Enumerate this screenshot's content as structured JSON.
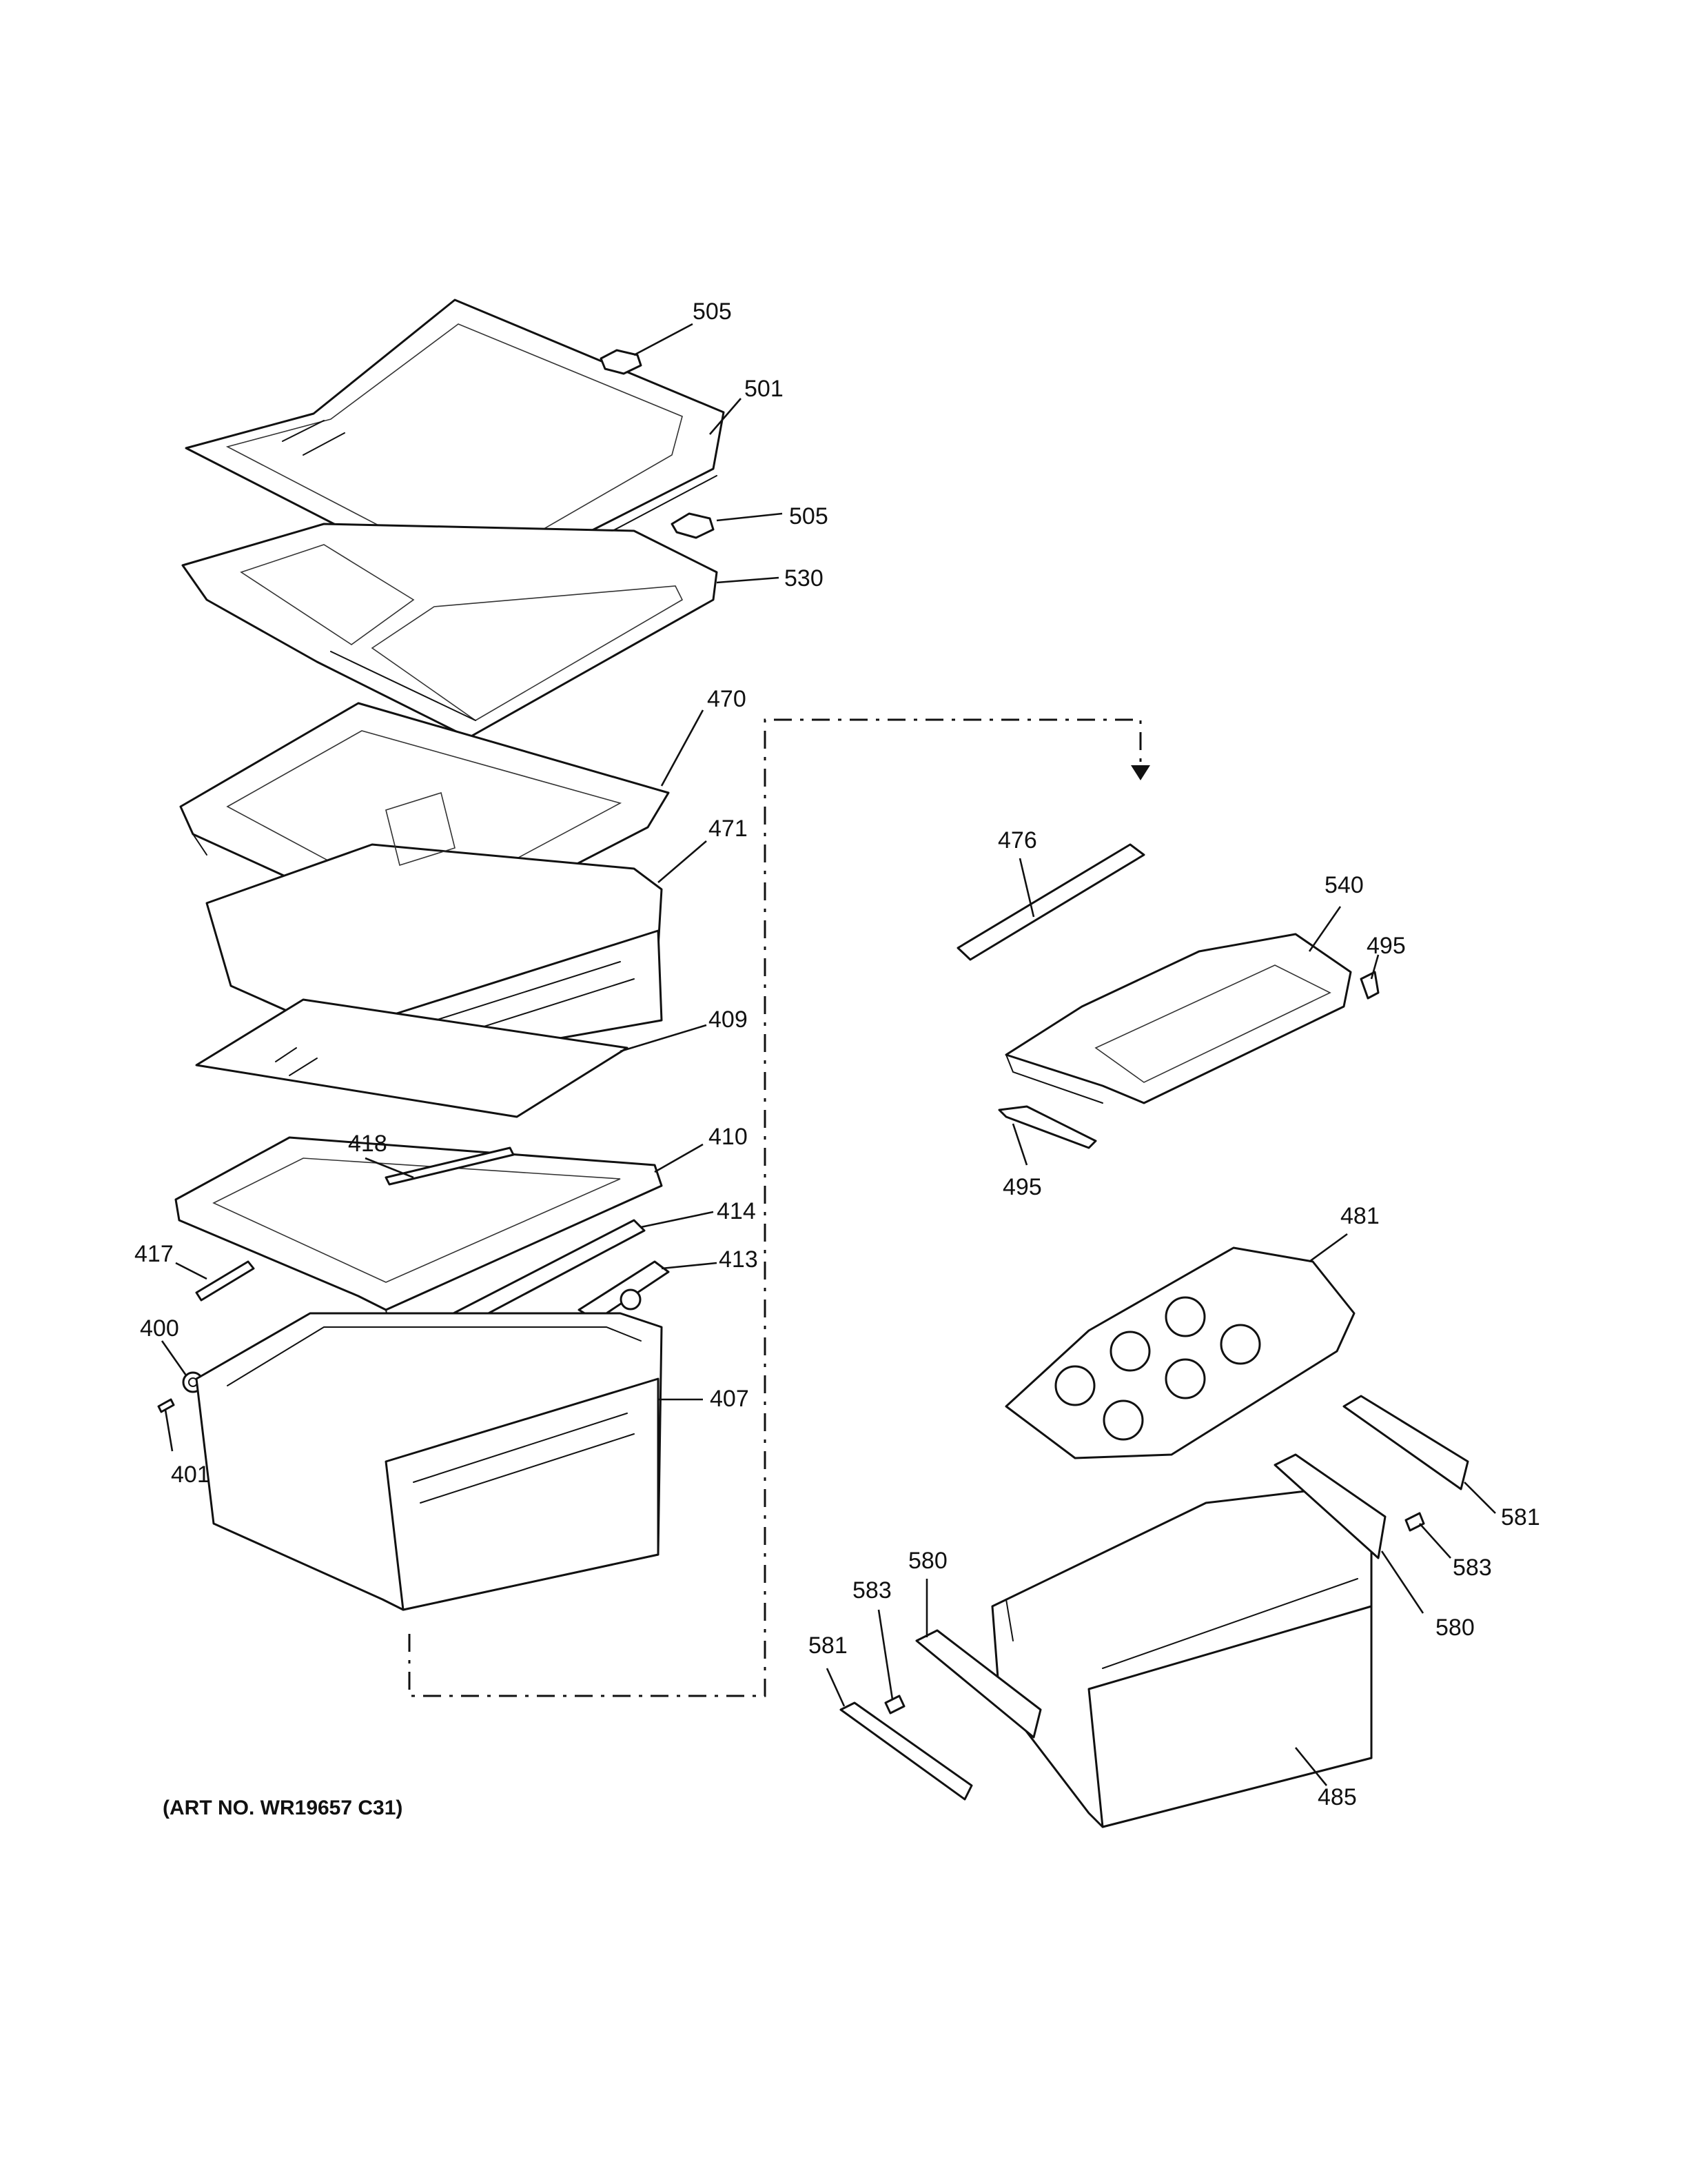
{
  "art_number": "(ART NO. WR19657 C31)",
  "labels": {
    "p505a": "505",
    "p501": "501",
    "p505b": "505",
    "p530": "530",
    "p470": "470",
    "p471": "471",
    "p409": "409",
    "p418": "418",
    "p410": "410",
    "p414": "414",
    "p417": "417",
    "p413": "413",
    "p400": "400",
    "p401": "401",
    "p407": "407",
    "p476": "476",
    "p540": "540",
    "p495a": "495",
    "p495b": "495",
    "p481": "481",
    "p581a": "581",
    "p583a": "583",
    "p580a": "580",
    "p580b": "580",
    "p583b": "583",
    "p581b": "581",
    "p485": "485"
  }
}
